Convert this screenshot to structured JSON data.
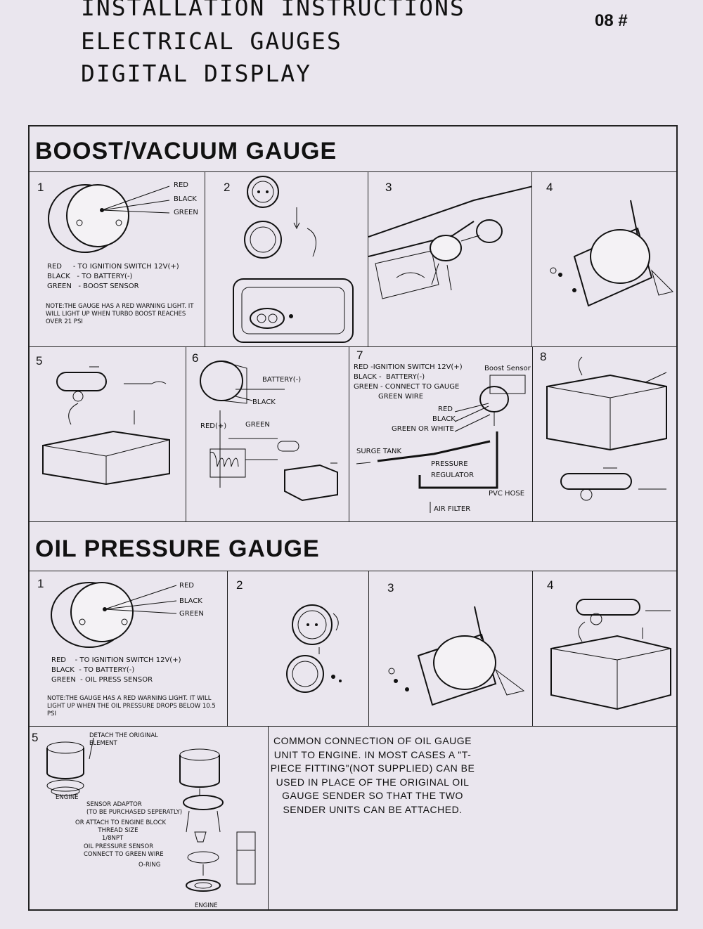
{
  "header": {
    "line1": "INSTALLATION  INSTRUCTIONS",
    "line2": "ELECTRICAL   GAUGES",
    "line3": "DIGITAL  DISPLAY",
    "page_code": "08 #"
  },
  "boost": {
    "title": "BOOST/VACUUM GAUGE",
    "steps": [
      "1",
      "2",
      "3",
      "4",
      "5",
      "6",
      "7",
      "8"
    ],
    "step1": {
      "wires": [
        "RED",
        "BLACK",
        "GREEN"
      ],
      "wiring": [
        "RED     - TO IGNITION SWITCH 12V(+)",
        "BLACK   - TO BATTERY(-)",
        "GREEN   - BOOST SENSOR"
      ],
      "note": "NOTE:THE GAUGE HAS A RED WARNING LIGHT. IT WILL LIGHT UP WHEN TURBO BOOST REACHES OVER 21 PSI"
    },
    "step6": {
      "battery": "BATTERY(-)",
      "black": "BLACK",
      "red": "RED(+)",
      "green": "GREEN"
    },
    "step7": {
      "wiring": [
        "RED -IGNITION SWITCH 12V(+)",
        "BLACK -  BATTERY(-)",
        "GREEN - CONNECT TO GAUGE",
        "           GREEN WIRE"
      ],
      "boost_sensor": "Boost Sensor",
      "red": "RED",
      "black": "BLACK",
      "green_white": "GREEN OR WHITE",
      "surge_tank": "SURGE TANK",
      "pressure": "PRESSURE",
      "regulator": "REGULATOR",
      "pvc_hose": "PVC HOSE",
      "air_filter": "AIR FILTER"
    }
  },
  "oil": {
    "title": "OIL PRESSURE GAUGE",
    "steps": [
      "1",
      "2",
      "3",
      "4",
      "5"
    ],
    "step1": {
      "wires": [
        "RED",
        "BLACK",
        "GREEN"
      ],
      "wiring": [
        "RED    - TO IGNITION SWITCH 12V(+)",
        "BLACK  - TO BATTERY(-)",
        "GREEN  - OIL PRESS SENSOR"
      ],
      "note": "NOTE:THE GAUGE HAS A RED WARNING LIGHT. IT WILL LIGHT UP WHEN THE OIL PRESSURE DROPS BELOW 10.5 PSI"
    },
    "step5": {
      "detach": "DETACH THE ORIGINAL\nELEMENT",
      "engine_top": "ENGINE",
      "adaptor": "SENSOR ADAPTOR\n(TO BE PURCHASED SEPERATLY)",
      "attach": "OR ATTACH TO ENGINE BLOCK\n            THREAD SIZE\n              1/8NPT",
      "sensor": "OIL PRESSURE SENSOR\nCONNECT TO GREEN WIRE",
      "oring": "O-RING",
      "engine_bottom": "ENGINE"
    },
    "common": "COMMON CONNECTION OF OIL GAUGE UNIT TO ENGINE. IN MOST CASES A \"T-PIECE FITTING\"(NOT SUPPLIED) CAN BE USED IN PLACE OF THE ORIGINAL OIL GAUGE SENDER SO THAT THE TWO SENDER UNITS CAN BE ATTACHED."
  }
}
